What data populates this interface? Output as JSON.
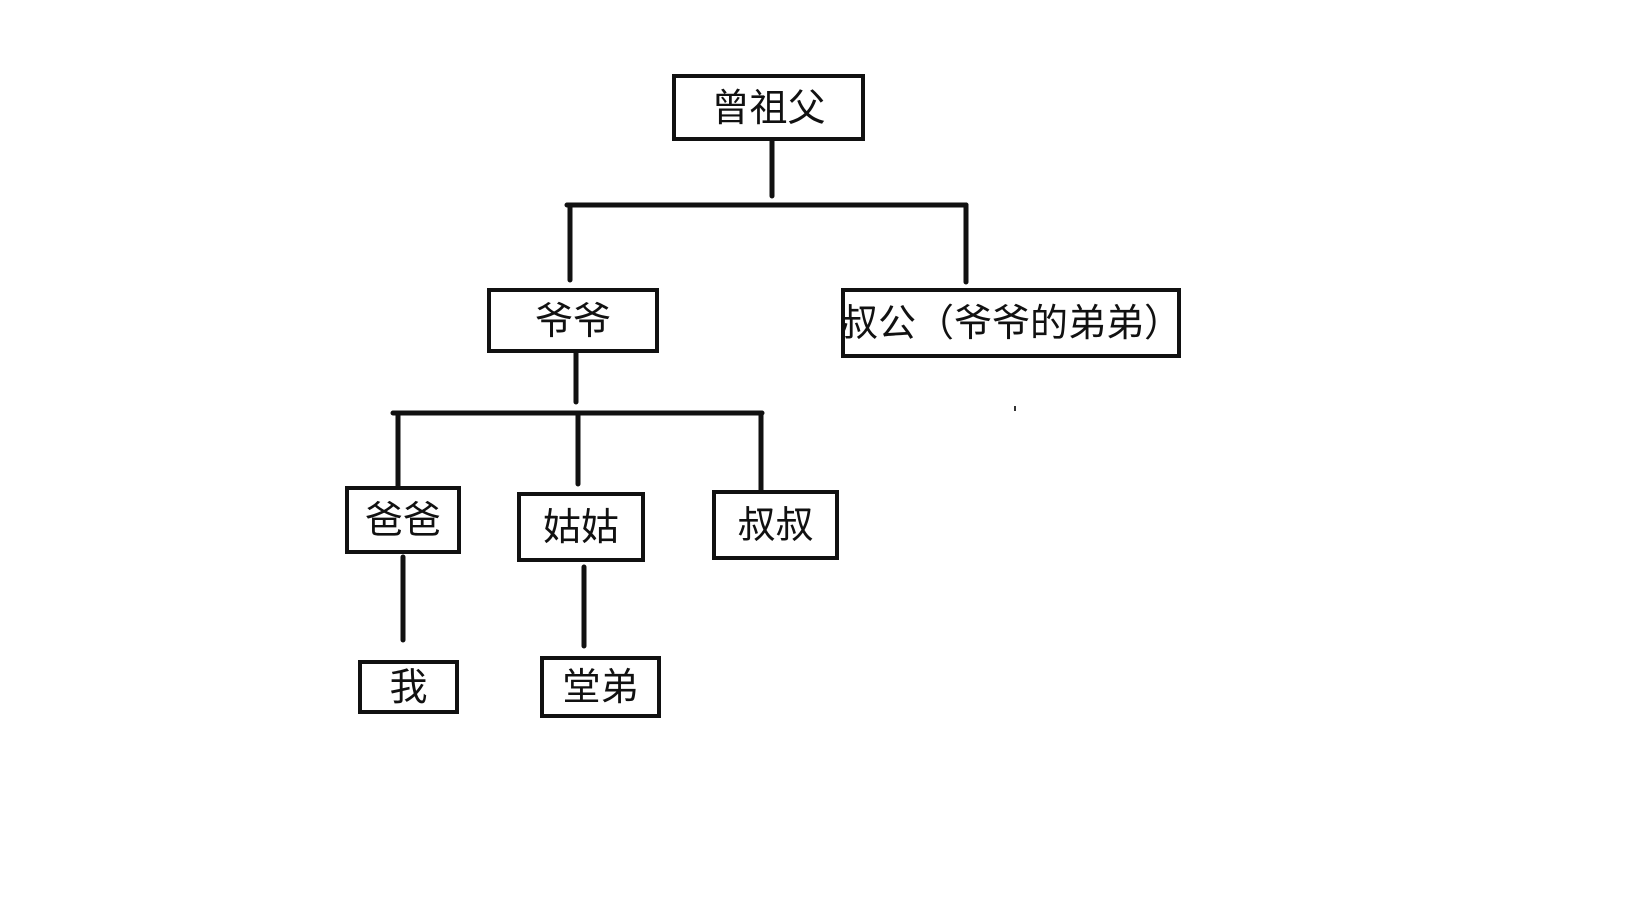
{
  "diagram": {
    "nodes": {
      "great_grandfather": "曾祖父",
      "grandfather": "爷爷",
      "grand_uncle": "叔公（爷爷的弟弟）",
      "father": "爸爸",
      "aunt": "姑姑",
      "uncle": "叔叔",
      "me": "我",
      "cousin": "堂弟"
    },
    "edges": [
      [
        "great_grandfather",
        "grandfather"
      ],
      [
        "great_grandfather",
        "grand_uncle"
      ],
      [
        "grandfather",
        "father"
      ],
      [
        "grandfather",
        "aunt"
      ],
      [
        "grandfather",
        "uncle"
      ],
      [
        "father",
        "me"
      ],
      [
        "aunt",
        "cousin"
      ]
    ],
    "colors": {
      "stroke": "#111111",
      "background": "#ffffff"
    }
  }
}
